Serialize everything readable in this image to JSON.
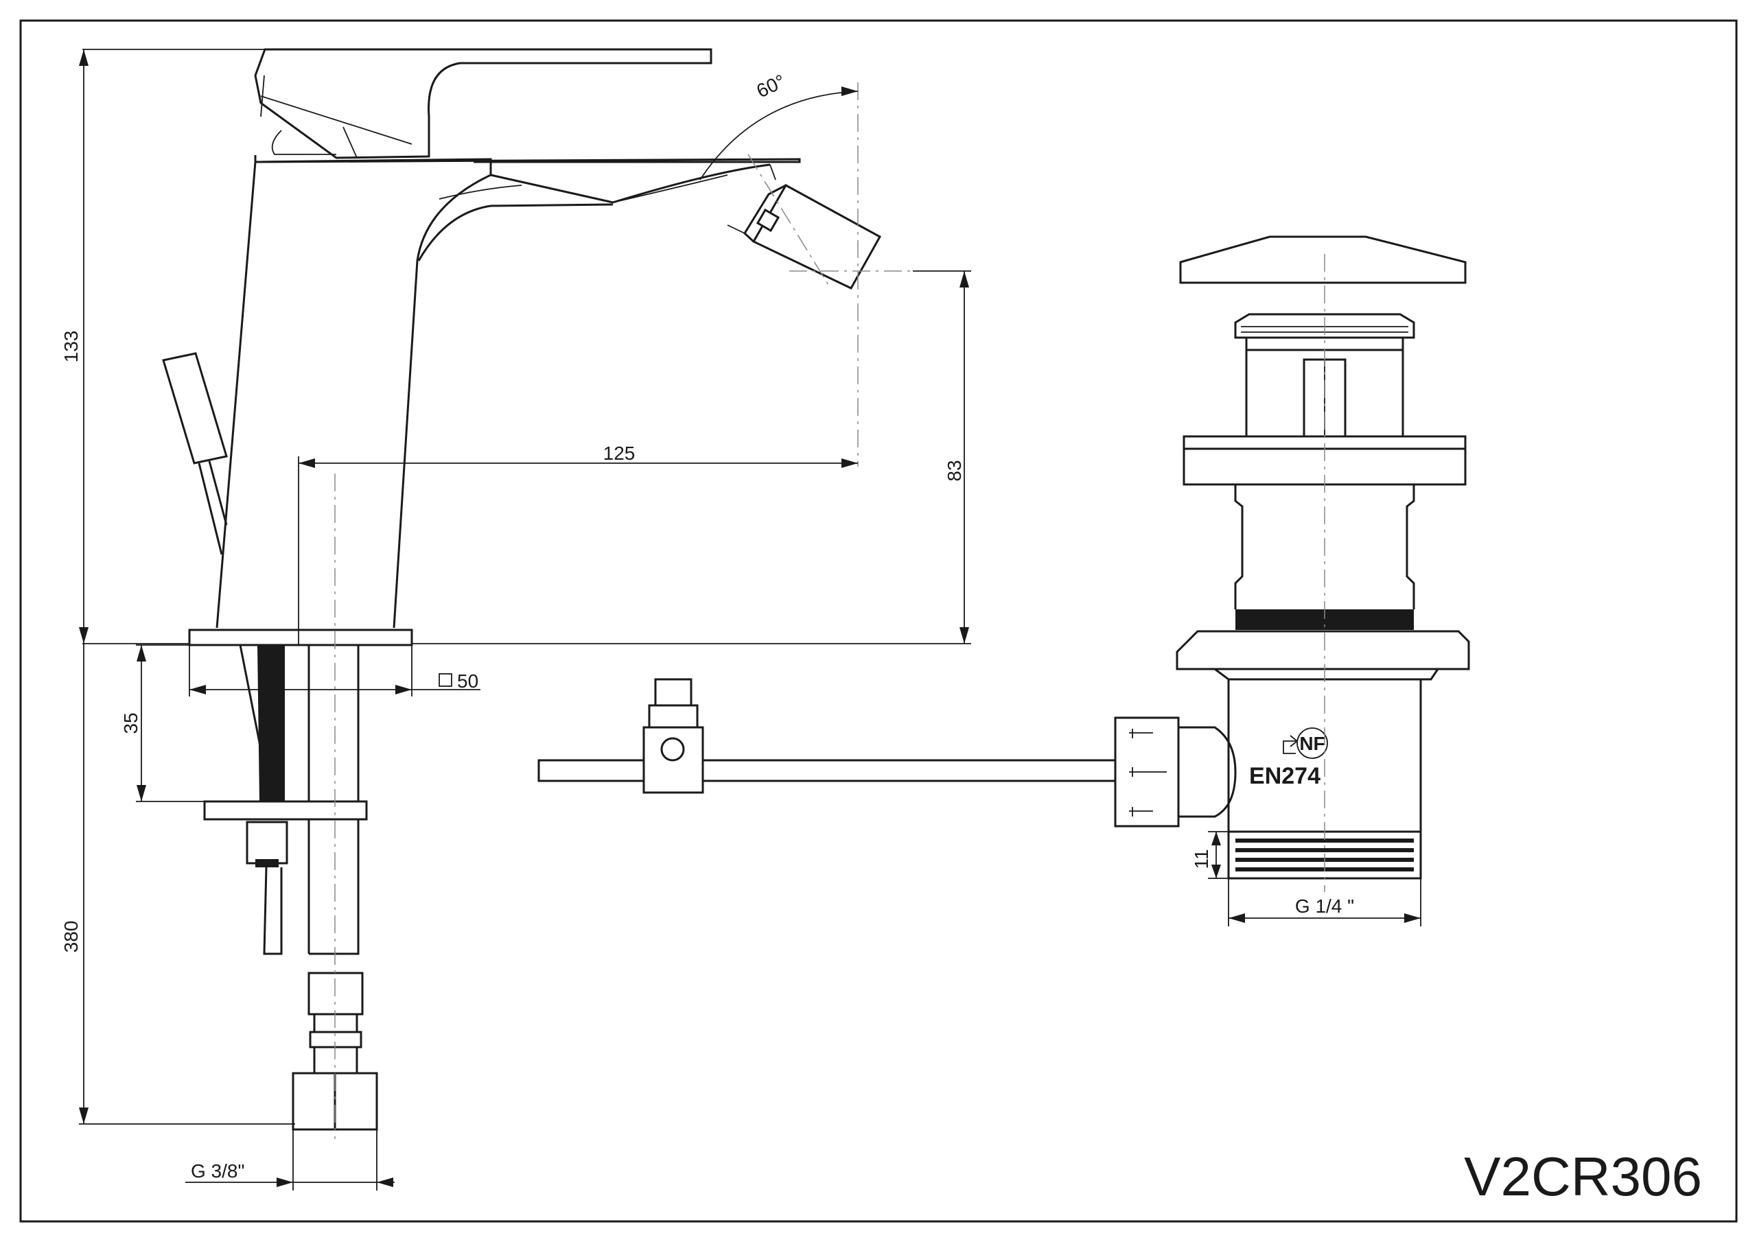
{
  "product_code": "V2CR306",
  "dimensions": {
    "height_total": "133",
    "spout_height": "83",
    "reach": "125",
    "angle": "60°",
    "base_square": "50",
    "flange_height": "35",
    "hose_length": "380",
    "hose_thread": "G 3/8\"",
    "waste_thread": "G 1/4 \"",
    "thread_length": "11"
  },
  "waste_marking": {
    "standard": "EN274",
    "certification_logo": "NF"
  }
}
